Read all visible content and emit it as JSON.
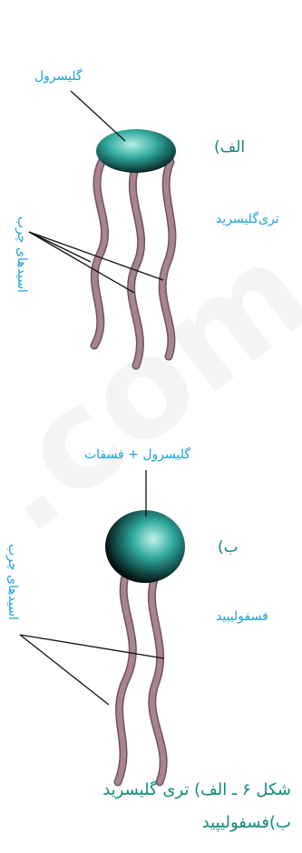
{
  "figure_a": {
    "head_label": "گلیسرول",
    "letter": "الف)",
    "name": "تری‌گلیسرید",
    "tails_label": "اسیدهای چرب"
  },
  "figure_b": {
    "head_label": "گلیسرول + فسفات",
    "letter": "ب)",
    "name": "فسفولیپید",
    "tails_label": "اسیدهای چرب"
  },
  "caption": {
    "line1": "شکل ۶ ـ الف) تری گلیسرید",
    "line2": "ب)فسفولیپید"
  },
  "colors": {
    "head": "#2fa89e",
    "tail": "#a07a86",
    "label_blue": "#1aa3d8",
    "label_teal": "#0f8a7a"
  }
}
